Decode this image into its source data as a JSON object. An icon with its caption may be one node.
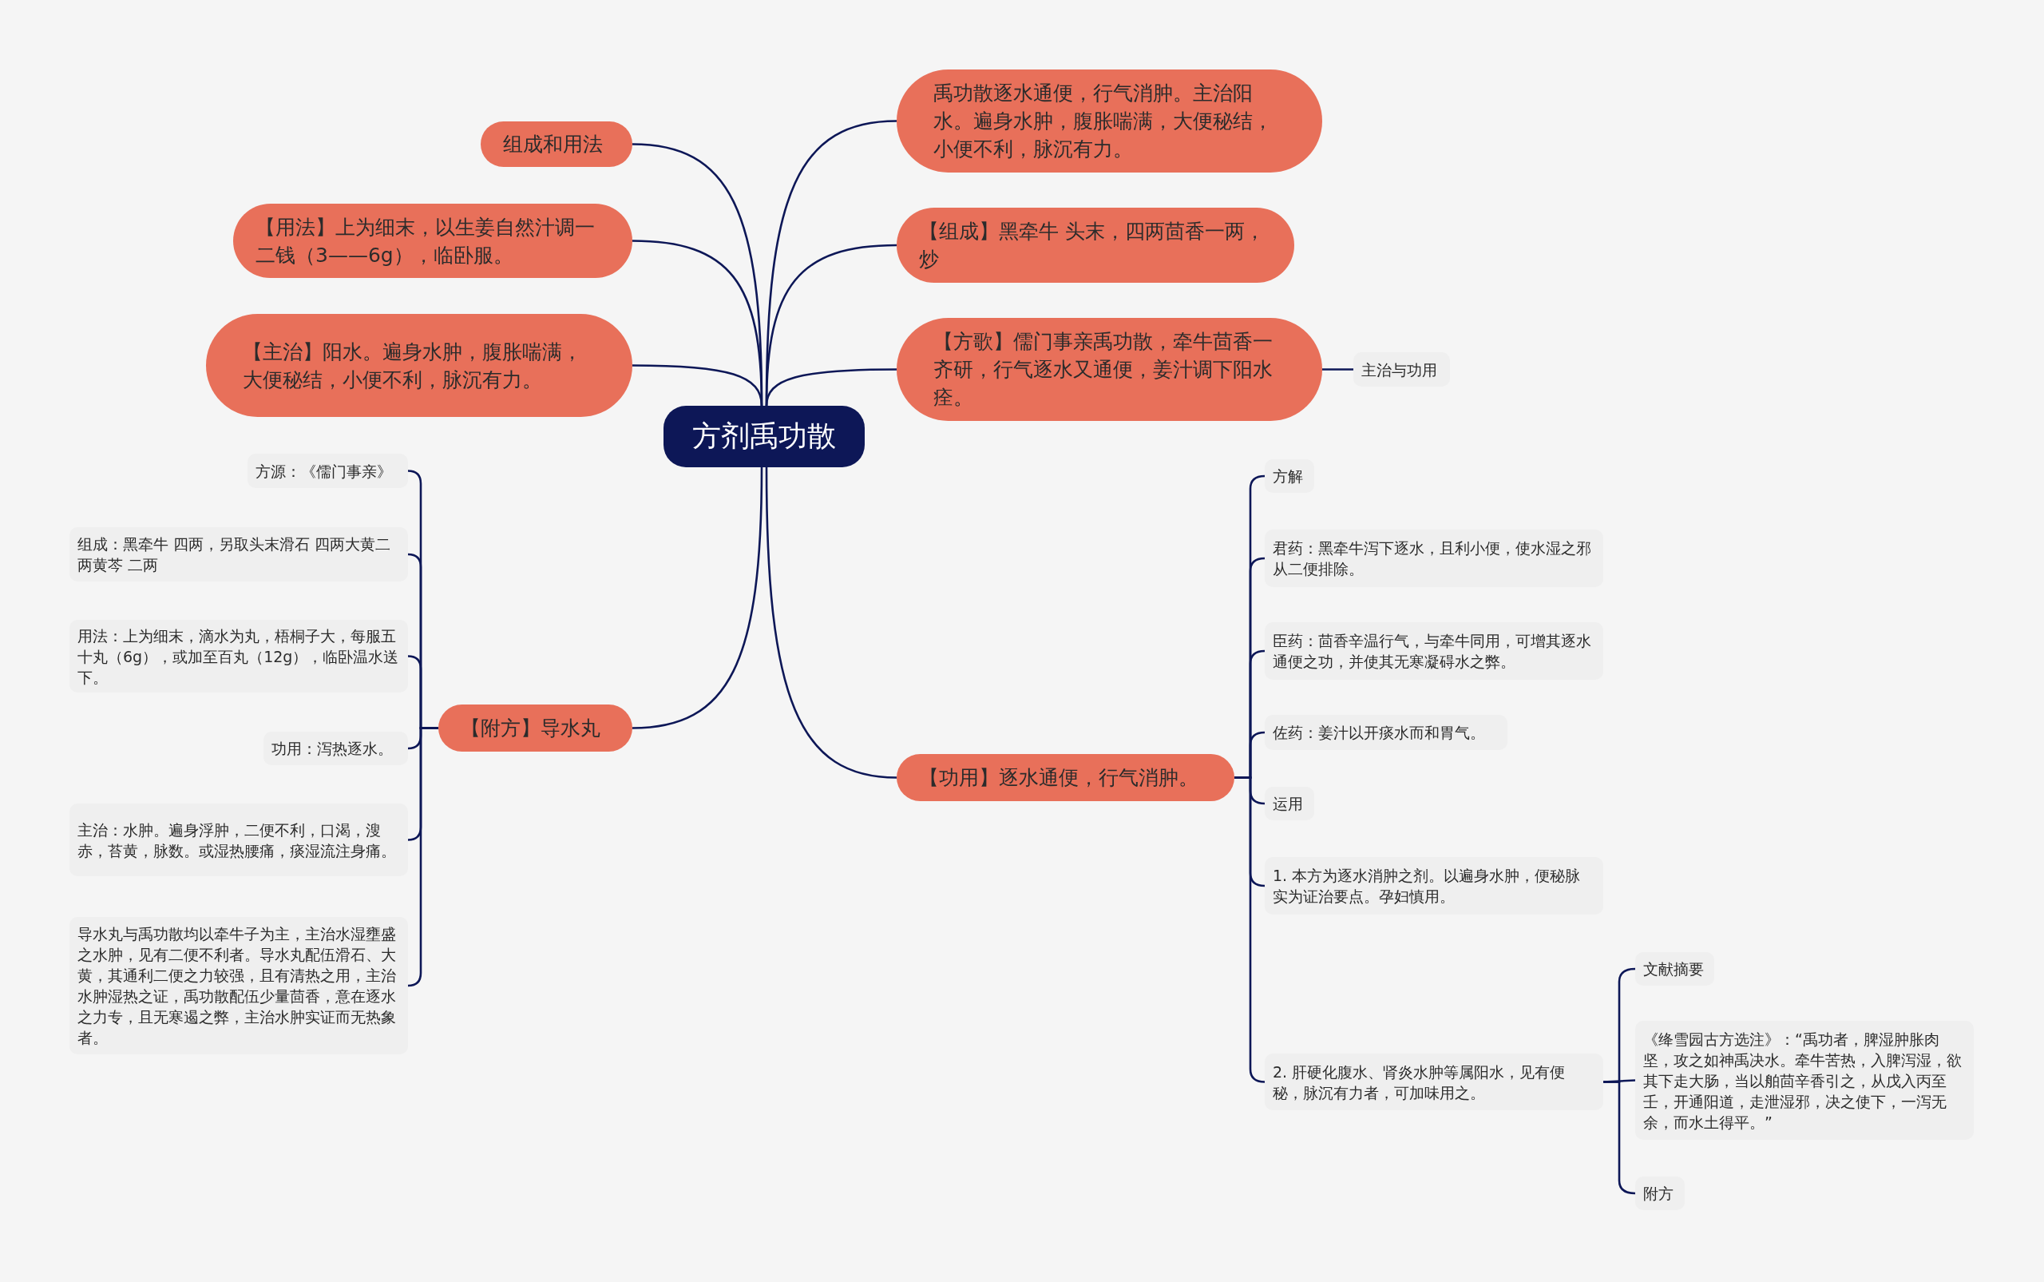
{
  "diagram": {
    "nodes": [
      {
        "text": [
          "方剂禹功散"
        ]
      },
      {
        "text": [
          "组成和用法"
        ]
      },
      {
        "text": [
          "【用法】上为细末，以生姜自然汁调一二钱（3——6g），临卧服。"
        ]
      },
      {
        "text": [
          "【主治】阳水。遍身水肿，腹胀喘满，大便秘结，小便不利，脉沉有力。"
        ]
      },
      {
        "text": [
          "【附方】导水丸"
        ]
      },
      {
        "text": [
          "禹功散逐水通便，行气消肿。主治阳水。遍身水肿，腹胀喘满，大便秘结，小便不利，脉沉有力。"
        ]
      },
      {
        "text": [
          "【组成】黑牵牛 头末，四两茴香一两，炒"
        ]
      },
      {
        "text": [
          "【方歌】儒门事亲禹功散，牵牛茴香一齐研，行气逐水又通便，姜汁调下阳水痊。"
        ]
      },
      {
        "text": [
          "主治与功用"
        ]
      },
      {
        "text": [
          "【功用】逐水通便，行气消肿。"
        ]
      },
      {
        "text": [
          "方源：《儒门事亲》"
        ]
      },
      {
        "text": [
          "组成：黑牵牛 四两，另取头末滑石 四两大黄二两黄芩 二两"
        ]
      },
      {
        "text": [
          "用法：上为细末，滴水为丸，梧桐子大，每服五十丸（6g），或加至百丸（12g），临卧温水送下。"
        ]
      },
      {
        "text": [
          "功用：泻热逐水。"
        ]
      },
      {
        "text": [
          "主治：水肿。遍身浮肿，二便不利，口渴，溲赤，苔黄，脉数。或湿热腰痛，痰湿流注身痛。"
        ]
      },
      {
        "text": [
          "导水丸与禹功散均以牵牛子为主，主治水湿壅盛之水肿，见有二便不利者。导水丸配伍滑石、大黄，其通利二便之力较强，且有清热之用，主治水肿湿热之证，禹功散配伍少量茴香，意在逐水之力专，且无寒遏之弊，主治水肿实证而无热象者。"
        ]
      },
      {
        "text": [
          "方解"
        ]
      },
      {
        "text": [
          "君药：黑牵牛泻下逐水，且利小便，使水湿之邪从二便排除。"
        ]
      },
      {
        "text": [
          "臣药：茴香辛温行气，与牵牛同用，可增其逐水通便之功，并使其无寒凝碍水之弊。"
        ]
      },
      {
        "text": [
          "佐药：姜汁以开痰水而和胃气。"
        ]
      },
      {
        "text": [
          "运用"
        ]
      },
      {
        "text": [
          "1. 本方为逐水消肿之剂。以遍身水肿，便秘脉实为证治要点。孕妇慎用。"
        ]
      },
      {
        "text": [
          "2. 肝硬化腹水、肾炎水肿等属阳水，见有便秘，脉沉有力者，可加味用之。"
        ]
      },
      {
        "text": [
          "文献摘要"
        ]
      },
      {
        "text": [
          "《绛雪园古方选注》：“禹功者，脾湿肿胀肉坚，攻之如神禹决水。牵牛苦热，入脾泻湿，欲其下走大肠，当以舶茴辛香引之，从戊入丙至壬，开通阳道，走泄湿邪，决之使下，一泻无余，而水土得平。”"
        ]
      },
      {
        "text": [
          "附方"
        ]
      }
    ],
    "edges": [
      {
        "from": 0,
        "to": 1,
        "arrow": "none"
      },
      {
        "from": 0,
        "to": 2,
        "arrow": "none"
      },
      {
        "from": 0,
        "to": 3,
        "arrow": "none"
      },
      {
        "from": 0,
        "to": 4,
        "arrow": "none"
      },
      {
        "from": 0,
        "to": 5,
        "arrow": "none"
      },
      {
        "from": 0,
        "to": 6,
        "arrow": "none"
      },
      {
        "from": 0,
        "to": 7,
        "arrow": "none"
      },
      {
        "from": 0,
        "to": 9,
        "arrow": "none"
      },
      {
        "from": 7,
        "to": 8,
        "arrow": "none"
      },
      {
        "from": 4,
        "to": 10,
        "arrow": "none"
      },
      {
        "from": 4,
        "to": 11,
        "arrow": "none"
      },
      {
        "from": 4,
        "to": 12,
        "arrow": "none"
      },
      {
        "from": 4,
        "to": 13,
        "arrow": "none"
      },
      {
        "from": 4,
        "to": 14,
        "arrow": "none"
      },
      {
        "from": 4,
        "to": 15,
        "arrow": "none"
      },
      {
        "from": 9,
        "to": 16,
        "arrow": "none"
      },
      {
        "from": 9,
        "to": 17,
        "arrow": "none"
      },
      {
        "from": 9,
        "to": 18,
        "arrow": "none"
      },
      {
        "from": 9,
        "to": 19,
        "arrow": "none"
      },
      {
        "from": 9,
        "to": 20,
        "arrow": "none"
      },
      {
        "from": 9,
        "to": 21,
        "arrow": "none"
      },
      {
        "from": 9,
        "to": 22,
        "arrow": "none"
      },
      {
        "from": 22,
        "to": 23,
        "arrow": "none"
      },
      {
        "from": 22,
        "to": 24,
        "arrow": "none"
      },
      {
        "from": 22,
        "to": 25,
        "arrow": "none"
      }
    ]
  }
}
